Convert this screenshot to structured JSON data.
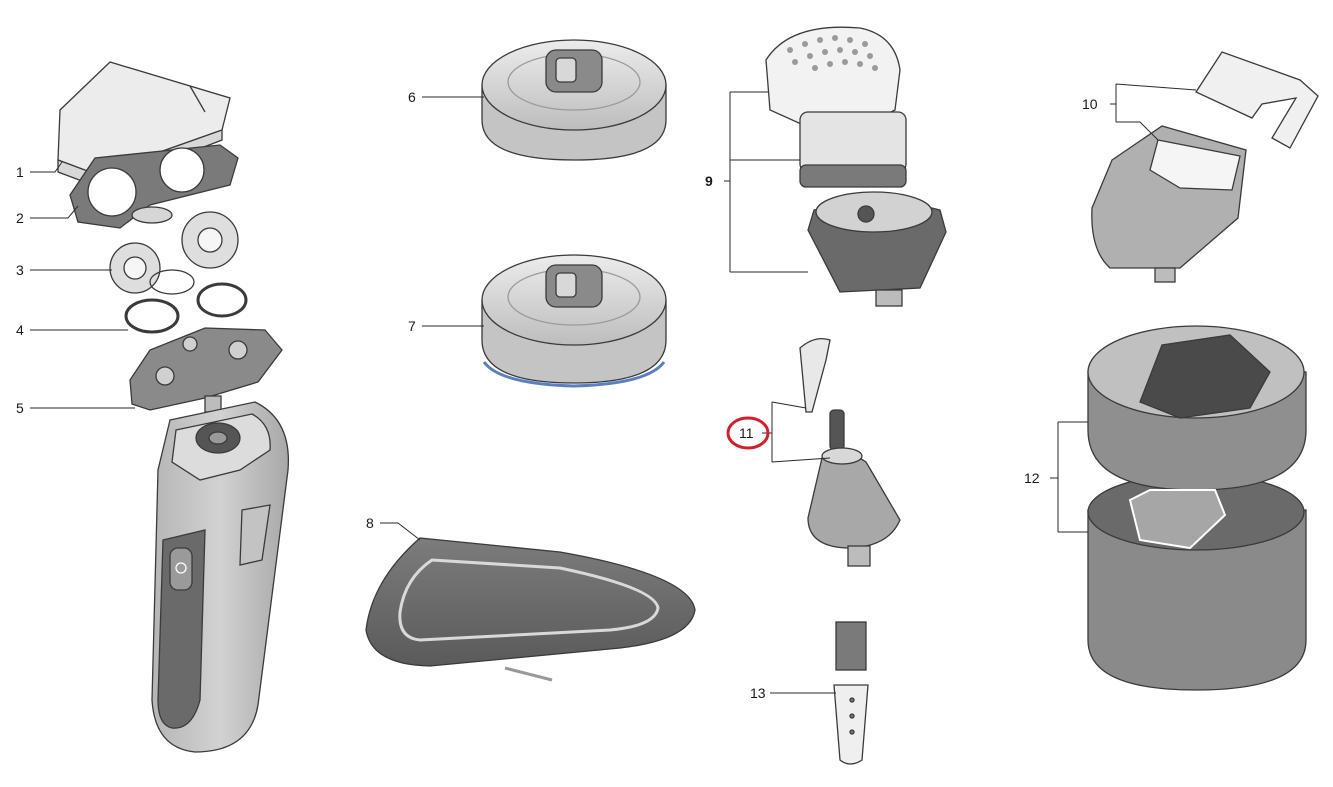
{
  "labels": {
    "p1": "1",
    "p2": "2",
    "p3": "3",
    "p4": "4",
    "p5": "5",
    "p6": "6",
    "p7": "7",
    "p8": "8",
    "p9": "9",
    "p10": "10",
    "p11": "11",
    "p12": "12",
    "p13": "13"
  },
  "colors": {
    "line": "#2a2a2a",
    "dark": "#6e6e6e",
    "mid": "#9a9a9a",
    "light": "#c9c9c9",
    "pale": "#e9e9e9",
    "highlight": "#d0202a",
    "blue": "#5b7fc0"
  },
  "highlighted_part": "11"
}
